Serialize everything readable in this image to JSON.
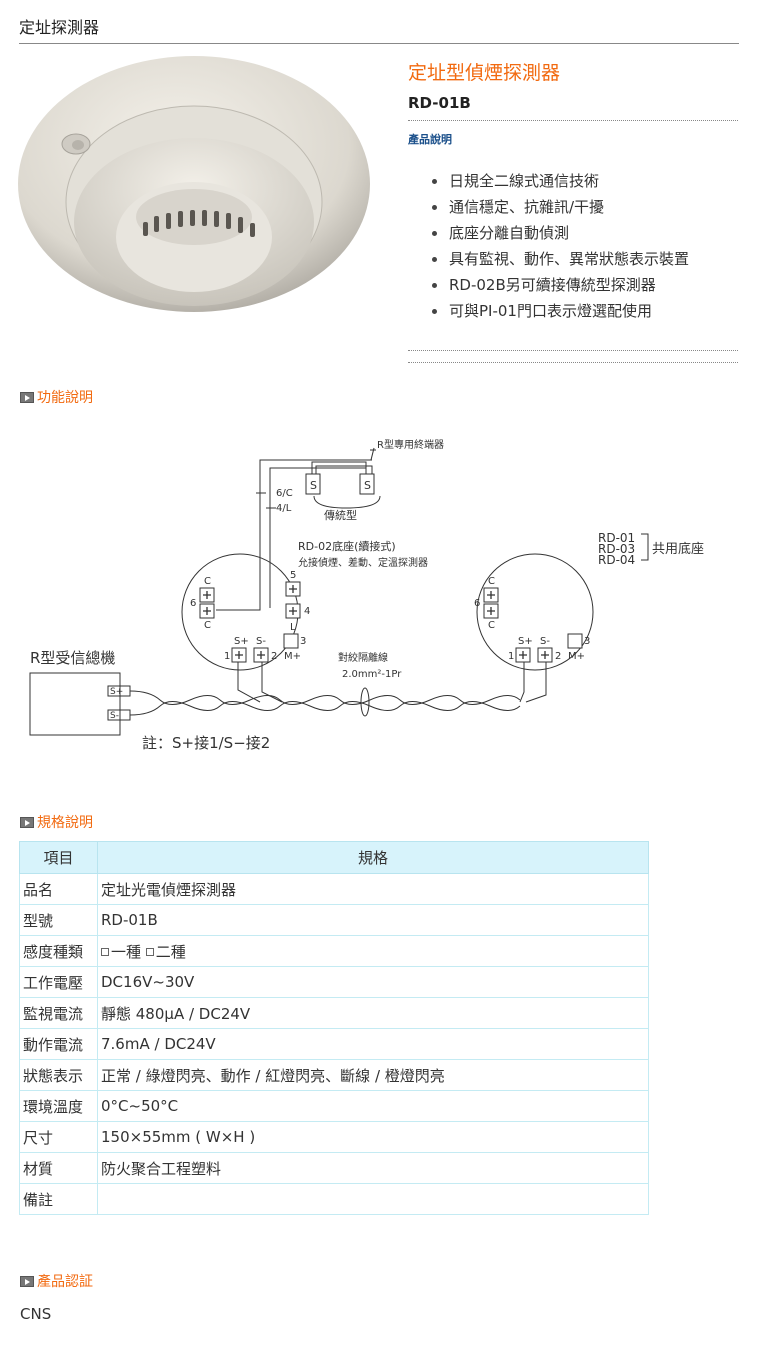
{
  "header": {
    "title": "定址探測器"
  },
  "product": {
    "title": "定址型偵煙探測器",
    "model": "RD-01B",
    "description_label": "產品說明",
    "features": [
      "日規全二線式通信技術",
      "通信穩定、抗雜訊/干擾",
      "底座分離自動偵測",
      "具有監視、動作、異常狀態表示裝置",
      "RD-02B另可續接傳統型探測器",
      "可與PI-01門口表示燈選配使用"
    ]
  },
  "sections": {
    "function": "功能說明",
    "spec": "規格說明",
    "cert": "產品認証"
  },
  "diagram": {
    "terminator_label": "R型專用終端器",
    "wire_6c": "6/C",
    "wire_4l": "4/L",
    "traditional_label": "傳統型",
    "s_box": "S",
    "base_label": "RD-02底座(續接式)",
    "base_sub": "允接偵煙、差動、定溫探測器",
    "shared_models": [
      "RD-01",
      "RD-03",
      "RD-04"
    ],
    "shared_label": "共用底座",
    "receiver_label": "R型受信總機",
    "twisted_label": "對絞隔離線",
    "twisted_spec": "2.0mm²-1Pr",
    "note": "註：S+接1/S−接2",
    "term_c": "C",
    "term_5": "5",
    "term_6": "6",
    "term_4": "4",
    "term_l": "L",
    "term_3": "3",
    "term_1": "1",
    "term_2": "2",
    "term_splus": "S+",
    "term_sminus": "S-",
    "term_mplus": "M+"
  },
  "spec_table": {
    "headers": [
      "項目",
      "規格"
    ],
    "rows": [
      {
        "key": "品名",
        "value": "定址光電偵煙探測器"
      },
      {
        "key": "型號",
        "value": "RD-01B"
      },
      {
        "key": "感度種類",
        "options": [
          "一種",
          "二種"
        ]
      },
      {
        "key": "工作電壓",
        "value": "DC16V~30V"
      },
      {
        "key": "監視電流",
        "value": "靜態 480µA / DC24V"
      },
      {
        "key": "動作電流",
        "value": "7.6mA / DC24V"
      },
      {
        "key": "狀態表示",
        "value": "正常 / 綠燈閃亮、動作 / 紅燈閃亮、斷線 / 橙燈閃亮"
      },
      {
        "key": "環境溫度",
        "value": "0°C~50°C"
      },
      {
        "key": "尺寸",
        "value": "150×55mm ( W×H )"
      },
      {
        "key": "材質",
        "value": "防火聚合工程塑料"
      },
      {
        "key": "備註",
        "value": ""
      }
    ]
  },
  "certification": "CNS"
}
